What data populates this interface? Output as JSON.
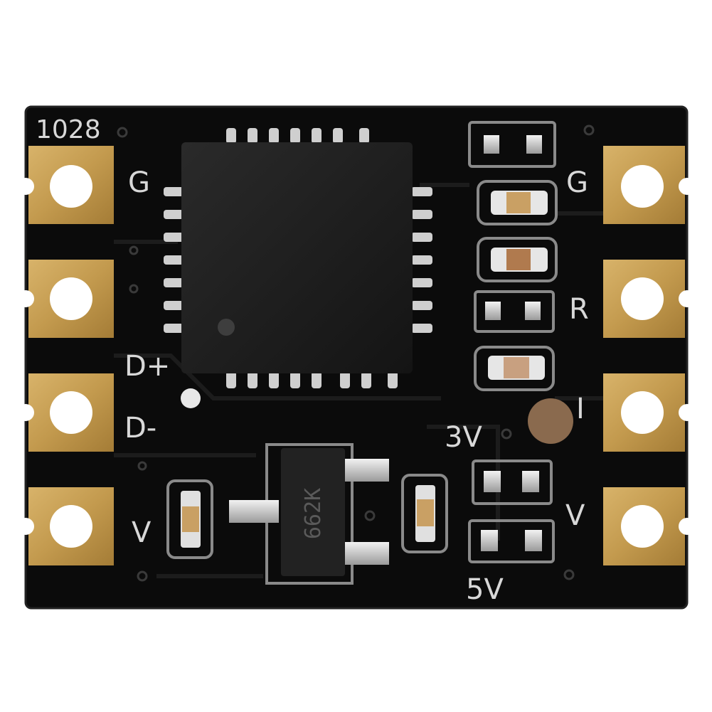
{
  "board": {
    "code": "1028",
    "colors": {
      "pcb": "#0b0b0b",
      "gold_pad": "#c9a35a",
      "silkscreen": "#d8d8d8",
      "chip": "#1e1e1e"
    }
  },
  "labels": {
    "left": [
      "G",
      "D+",
      "D-",
      "V"
    ],
    "right": [
      "G",
      "R",
      "I",
      "V"
    ],
    "voltage_3v": "3V",
    "voltage_5v": "5V"
  },
  "regulator": {
    "marking": "662K"
  }
}
